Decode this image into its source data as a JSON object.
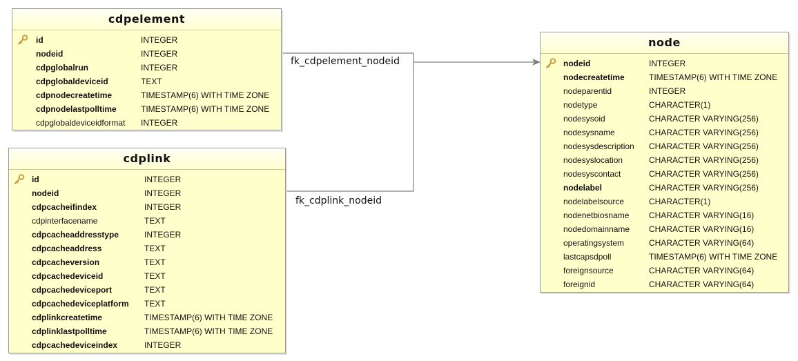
{
  "tables": {
    "cdpelement": {
      "name": "cdpelement",
      "columns": [
        {
          "name": "id",
          "type": "INTEGER",
          "bold": true,
          "pk": true
        },
        {
          "name": "nodeid",
          "type": "INTEGER",
          "bold": true,
          "pk": false
        },
        {
          "name": "cdpglobalrun",
          "type": "INTEGER",
          "bold": true,
          "pk": false
        },
        {
          "name": "cdpglobaldeviceid",
          "type": "TEXT",
          "bold": true,
          "pk": false
        },
        {
          "name": "cdpnodecreatetime",
          "type": "TIMESTAMP(6) WITH TIME ZONE",
          "bold": true,
          "pk": false
        },
        {
          "name": "cdpnodelastpolltime",
          "type": "TIMESTAMP(6) WITH TIME ZONE",
          "bold": true,
          "pk": false
        },
        {
          "name": "cdpglobaldeviceidformat",
          "type": "INTEGER",
          "bold": false,
          "pk": false
        }
      ]
    },
    "cdplink": {
      "name": "cdplink",
      "columns": [
        {
          "name": "id",
          "type": "INTEGER",
          "bold": true,
          "pk": true
        },
        {
          "name": "nodeid",
          "type": "INTEGER",
          "bold": true,
          "pk": false
        },
        {
          "name": "cdpcacheifindex",
          "type": "INTEGER",
          "bold": true,
          "pk": false
        },
        {
          "name": "cdpinterfacename",
          "type": "TEXT",
          "bold": false,
          "pk": false
        },
        {
          "name": "cdpcacheaddresstype",
          "type": "INTEGER",
          "bold": true,
          "pk": false
        },
        {
          "name": "cdpcacheaddress",
          "type": "TEXT",
          "bold": true,
          "pk": false
        },
        {
          "name": "cdpcacheversion",
          "type": "TEXT",
          "bold": true,
          "pk": false
        },
        {
          "name": "cdpcachedeviceid",
          "type": "TEXT",
          "bold": true,
          "pk": false
        },
        {
          "name": "cdpcachedeviceport",
          "type": "TEXT",
          "bold": true,
          "pk": false
        },
        {
          "name": "cdpcachedeviceplatform",
          "type": "TEXT",
          "bold": true,
          "pk": false
        },
        {
          "name": "cdplinkcreatetime",
          "type": "TIMESTAMP(6) WITH TIME ZONE",
          "bold": true,
          "pk": false
        },
        {
          "name": "cdplinklastpolltime",
          "type": "TIMESTAMP(6) WITH TIME ZONE",
          "bold": true,
          "pk": false
        },
        {
          "name": "cdpcachedeviceindex",
          "type": "INTEGER",
          "bold": true,
          "pk": false
        }
      ]
    },
    "node": {
      "name": "node",
      "columns": [
        {
          "name": "nodeid",
          "type": "INTEGER",
          "bold": true,
          "pk": true
        },
        {
          "name": "nodecreatetime",
          "type": "TIMESTAMP(6) WITH TIME ZONE",
          "bold": true,
          "pk": false
        },
        {
          "name": "nodeparentid",
          "type": "INTEGER",
          "bold": false,
          "pk": false
        },
        {
          "name": "nodetype",
          "type": "CHARACTER(1)",
          "bold": false,
          "pk": false
        },
        {
          "name": "nodesysoid",
          "type": "CHARACTER VARYING(256)",
          "bold": false,
          "pk": false
        },
        {
          "name": "nodesysname",
          "type": "CHARACTER VARYING(256)",
          "bold": false,
          "pk": false
        },
        {
          "name": "nodesysdescription",
          "type": "CHARACTER VARYING(256)",
          "bold": false,
          "pk": false
        },
        {
          "name": "nodesyslocation",
          "type": "CHARACTER VARYING(256)",
          "bold": false,
          "pk": false
        },
        {
          "name": "nodesyscontact",
          "type": "CHARACTER VARYING(256)",
          "bold": false,
          "pk": false
        },
        {
          "name": "nodelabel",
          "type": "CHARACTER VARYING(256)",
          "bold": true,
          "pk": false
        },
        {
          "name": "nodelabelsource",
          "type": "CHARACTER(1)",
          "bold": false,
          "pk": false
        },
        {
          "name": "nodenetbiosname",
          "type": "CHARACTER VARYING(16)",
          "bold": false,
          "pk": false
        },
        {
          "name": "nodedomainname",
          "type": "CHARACTER VARYING(16)",
          "bold": false,
          "pk": false
        },
        {
          "name": "operatingsystem",
          "type": "CHARACTER VARYING(64)",
          "bold": false,
          "pk": false
        },
        {
          "name": "lastcapsdpoll",
          "type": "TIMESTAMP(6) WITH TIME ZONE",
          "bold": false,
          "pk": false
        },
        {
          "name": "foreignsource",
          "type": "CHARACTER VARYING(64)",
          "bold": false,
          "pk": false
        },
        {
          "name": "foreignid",
          "type": "CHARACTER VARYING(64)",
          "bold": false,
          "pk": false
        }
      ]
    }
  },
  "relationships": [
    {
      "label": "fk_cdpelement_nodeid",
      "from": "cdpelement",
      "to": "node"
    },
    {
      "label": "fk_cdplink_nodeid",
      "from": "cdplink",
      "to": "node"
    }
  ],
  "colors": {
    "table_fill": "#ffffcc",
    "border": "#9a9a9a",
    "line": "#7f7f7f",
    "key_icon": "#c8a040"
  },
  "icons": {
    "primary_key": "key-icon"
  }
}
